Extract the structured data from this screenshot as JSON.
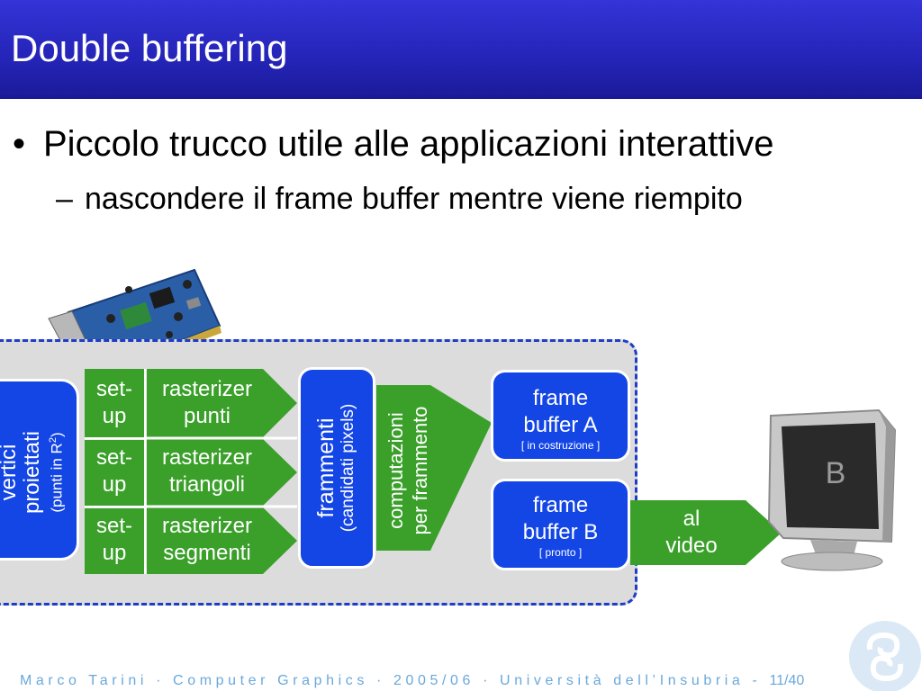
{
  "slide": {
    "title": "Double buffering",
    "bullet1": "Piccolo trucco utile alle applicazioni interattive",
    "bullet2": "nascondere il frame buffer mentre viene riempito",
    "bullet_symbol": "•",
    "dash_symbol": "–"
  },
  "diagram": {
    "vertici": {
      "line1": "vertici",
      "line2": "proiettati",
      "line3_prefix": "(punti in R",
      "line3_sup": "2",
      "line3_suffix": ")"
    },
    "rows": [
      {
        "setup_top": "set-",
        "setup_bottom": "up",
        "raster_top": "rasterizer",
        "raster_bottom": "punti"
      },
      {
        "setup_top": "set-",
        "setup_bottom": "up",
        "raster_top": "rasterizer",
        "raster_bottom": "triangoli"
      },
      {
        "setup_top": "set-",
        "setup_bottom": "up",
        "raster_top": "rasterizer",
        "raster_bottom": "segmenti"
      }
    ],
    "frammenti": {
      "line1": "frammenti",
      "line2": "(candidati pixels)"
    },
    "computazioni": {
      "line1": "computazioni",
      "line2": "per frammento"
    },
    "frame_buffer_a": {
      "line1": "frame",
      "line2": "buffer A",
      "status": "[ in costruzione ]"
    },
    "frame_buffer_b": {
      "line1": "frame",
      "line2": "buffer B",
      "status": "[ pronto ]"
    },
    "al_video": {
      "line1": "al",
      "line2": "video"
    },
    "monitor_letter": "B"
  },
  "footer": {
    "text": "Marco Tarini · Computer  Graphics · 2005/06 · Università dell’Insubria -",
    "page": "11/40"
  },
  "colors": {
    "title_bar": "#2828c8",
    "box_blue": "#1446e6",
    "arrow_green": "#3aa02a",
    "pipeline_bg": "#dcdcdc",
    "pipeline_border": "#1e3cc8",
    "footer_text": "#6aa8dc"
  }
}
